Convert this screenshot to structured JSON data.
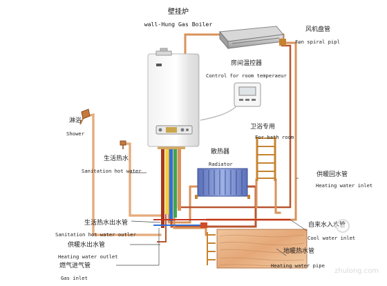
{
  "title": {
    "cn": "壁挂炉",
    "en": "wall-Hung Gas Boiler"
  },
  "labels": {
    "fan_coil": {
      "cn": "风机盘管",
      "en": "Fon spiral pipl"
    },
    "room_thermostat": {
      "cn": "房间温控器",
      "en": "Control for room temperaeur"
    },
    "shower": {
      "cn": "淋浴",
      "en": "Shower"
    },
    "sanitation_hot_water": {
      "cn": "生活热水",
      "en": "Sanitation hot water"
    },
    "bathroom": {
      "cn": "卫浴专用",
      "en": "For bath room"
    },
    "radiator": {
      "cn": "散热器",
      "en": "Radiator"
    },
    "heating_inlet": {
      "cn": "供暖回水管",
      "en": "Heating water inlet"
    },
    "hot_water_outlet": {
      "cn": "生活热水出水管",
      "en": "Sanitation hot water outler"
    },
    "cool_water_inlet": {
      "cn": "自来水入水管",
      "en": "Cool water inlet"
    },
    "heating_outlet": {
      "cn": "供暖水出水管",
      "en": "Heating water outlet"
    },
    "floor_heating": {
      "cn": "地暖热水管",
      "en": "Heating water pipe"
    },
    "gas_inlet": {
      "cn": "燃气进气管",
      "en": "Gas inlet"
    }
  },
  "watermark": "zhulong.com",
  "colors": {
    "pipe": "#e3a06a",
    "pipe_dark": "#a64a2a",
    "cold": "#2f6fd8",
    "gas": "#f1d23a",
    "water_green": "#3fa650"
  }
}
